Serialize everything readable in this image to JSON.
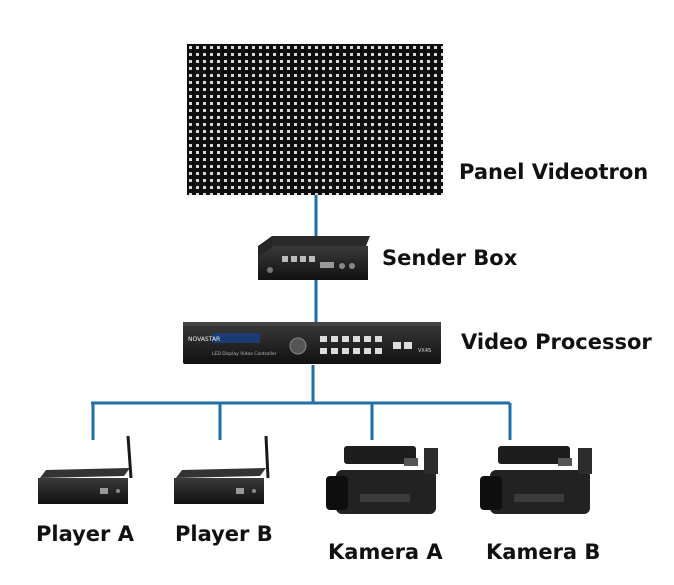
{
  "labels": {
    "panel": "Panel Videotron",
    "sender": "Sender Box",
    "processor": "Video Processor",
    "player_a": "Player A",
    "player_b": "Player B",
    "kamera_a": "Kamera A",
    "kamera_b": "Kamera B"
  },
  "device_text": {
    "processor_brand": "NOVASTAR",
    "processor_model": "VX4S",
    "processor_caption": "LED Display Video Controller"
  },
  "colors": {
    "connector": "#1e6fa8",
    "panel": "#0d0d0d",
    "led": "#d8d8d8",
    "device": "#1c1c1c"
  },
  "icons": [
    "led-panel-icon",
    "sender-box-icon",
    "video-processor-icon",
    "media-player-icon",
    "camcorder-icon"
  ]
}
